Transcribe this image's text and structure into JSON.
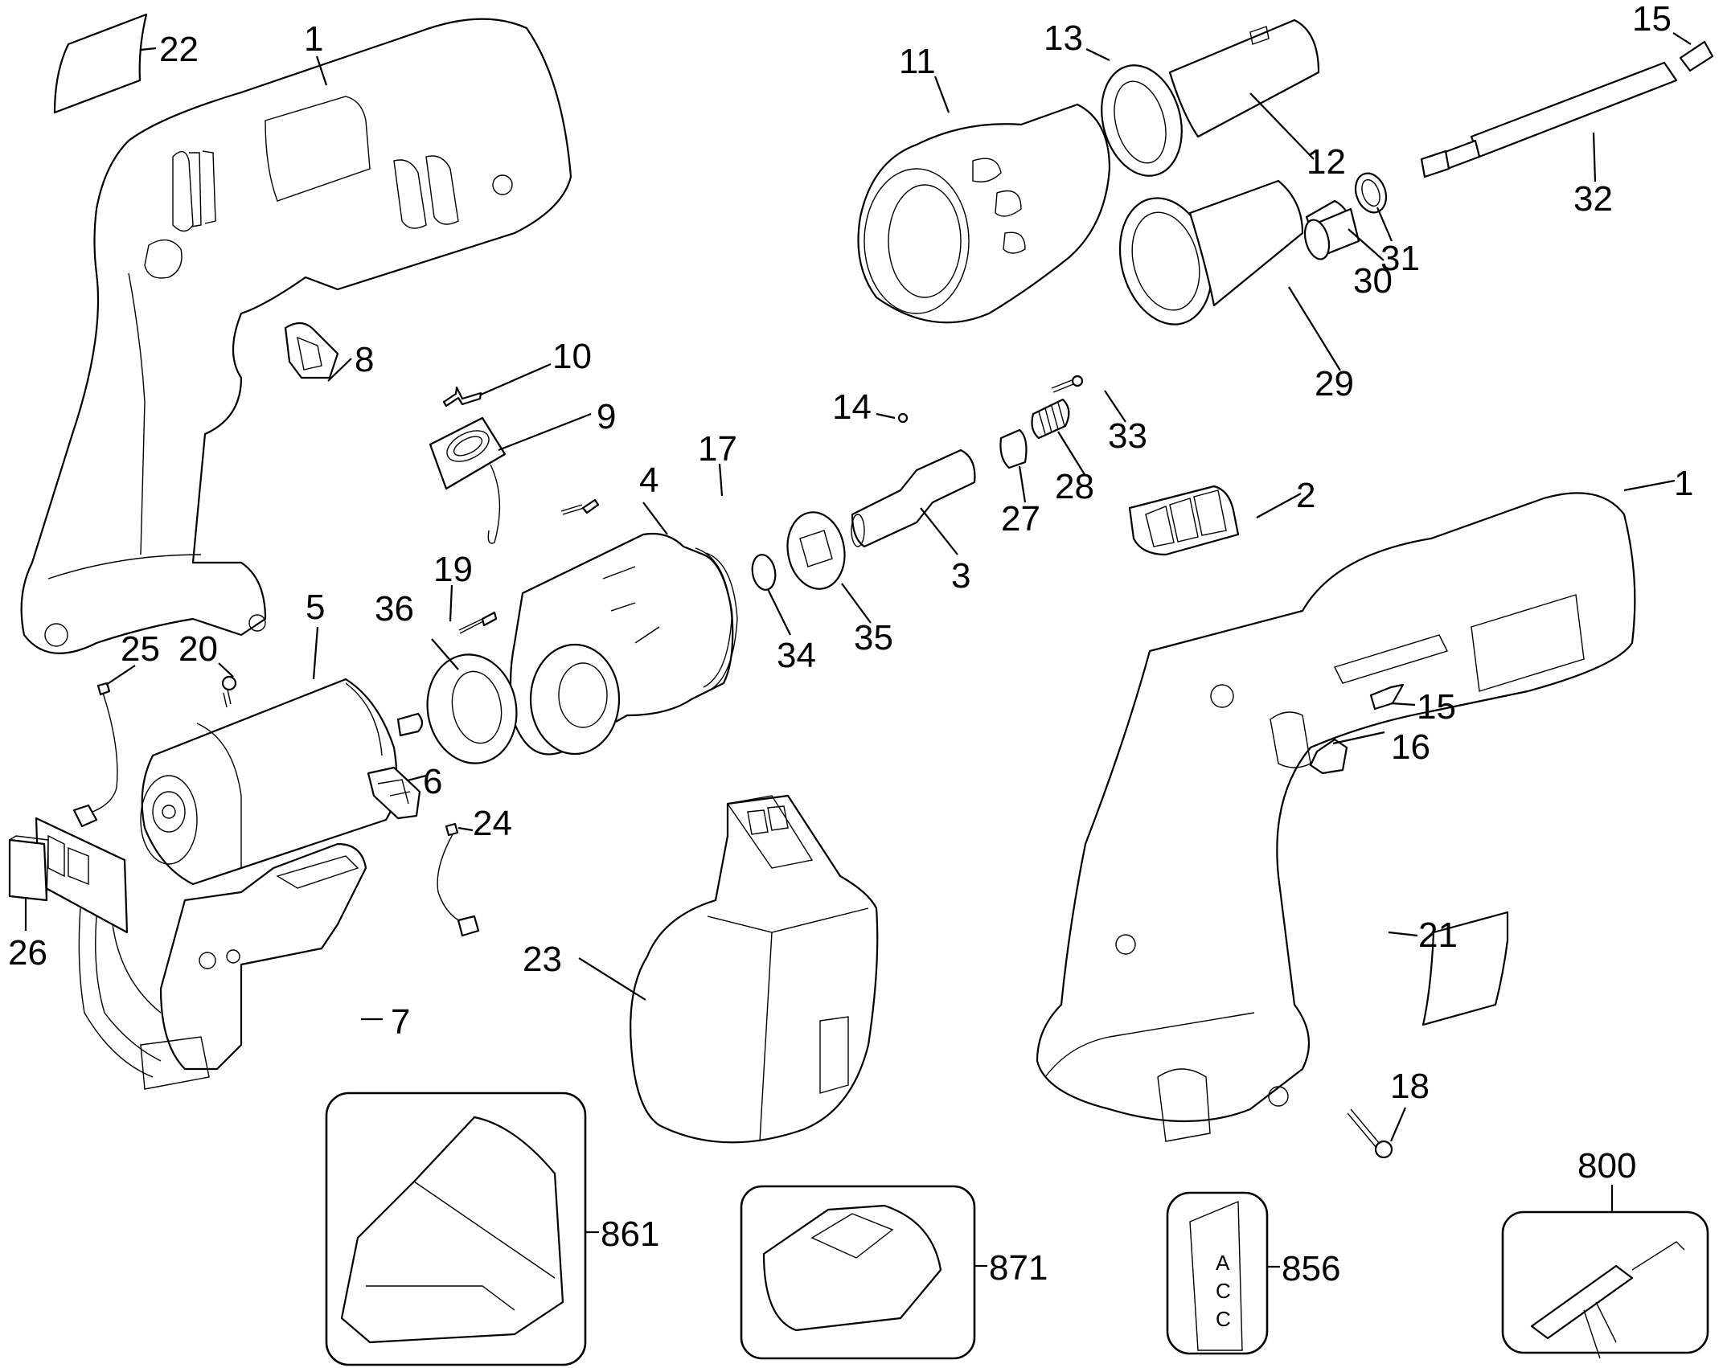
{
  "diagram": {
    "type": "exploded parts diagram",
    "subject": "cordless screwdriver",
    "callouts": [
      {
        "id": "22",
        "label": "22",
        "part": "label-plate-left"
      },
      {
        "id": "1a",
        "label": "1",
        "part": "housing-left"
      },
      {
        "id": "8",
        "label": "8",
        "part": "clip"
      },
      {
        "id": "10",
        "label": "10",
        "part": "spring-contact"
      },
      {
        "id": "9",
        "label": "9",
        "part": "switch-plate"
      },
      {
        "id": "17",
        "label": "17",
        "part": "screw"
      },
      {
        "id": "4",
        "label": "4",
        "part": "gear-case"
      },
      {
        "id": "19",
        "label": "19",
        "part": "screw"
      },
      {
        "id": "36",
        "label": "36",
        "part": "washer"
      },
      {
        "id": "5",
        "label": "5",
        "part": "motor"
      },
      {
        "id": "25",
        "label": "25",
        "part": "lead-wire"
      },
      {
        "id": "20",
        "label": "20",
        "part": "screw"
      },
      {
        "id": "6",
        "label": "6",
        "part": "brush-holder"
      },
      {
        "id": "24",
        "label": "24",
        "part": "lead-wire"
      },
      {
        "id": "7",
        "label": "7",
        "part": "switch"
      },
      {
        "id": "26",
        "label": "26",
        "part": "pad"
      },
      {
        "id": "23",
        "label": "23",
        "part": "battery-pack"
      },
      {
        "id": "11",
        "label": "11",
        "part": "collar"
      },
      {
        "id": "13",
        "label": "13",
        "part": "ring"
      },
      {
        "id": "12",
        "label": "12",
        "part": "nose-cone"
      },
      {
        "id": "15a",
        "label": "15",
        "part": "bit"
      },
      {
        "id": "32",
        "label": "32",
        "part": "bit-holder"
      },
      {
        "id": "31",
        "label": "31",
        "part": "ring"
      },
      {
        "id": "30",
        "label": "30",
        "part": "sleeve"
      },
      {
        "id": "29",
        "label": "29",
        "part": "clutch-collar"
      },
      {
        "id": "14",
        "label": "14",
        "part": "ball"
      },
      {
        "id": "33",
        "label": "33",
        "part": "pin"
      },
      {
        "id": "28",
        "label": "28",
        "part": "spring"
      },
      {
        "id": "27",
        "label": "27",
        "part": "cam"
      },
      {
        "id": "3",
        "label": "3",
        "part": "spindle"
      },
      {
        "id": "35",
        "label": "35",
        "part": "plate"
      },
      {
        "id": "34",
        "label": "34",
        "part": "o-ring"
      },
      {
        "id": "2",
        "label": "2",
        "part": "button"
      },
      {
        "id": "1b",
        "label": "1",
        "part": "housing-right"
      },
      {
        "id": "16",
        "label": "16",
        "part": "bit-clip"
      },
      {
        "id": "15b",
        "label": "15",
        "part": "bit"
      },
      {
        "id": "21",
        "label": "21",
        "part": "label-plate-right"
      },
      {
        "id": "18",
        "label": "18",
        "part": "screw"
      },
      {
        "id": "861",
        "label": "861",
        "part": "kit-box"
      },
      {
        "id": "871",
        "label": "871",
        "part": "charger"
      },
      {
        "id": "856",
        "label": "856",
        "part": "accessory-card"
      },
      {
        "id": "800",
        "label": "800",
        "part": "bit-set"
      }
    ],
    "accessory_card_text": [
      "A",
      "C",
      "C"
    ]
  }
}
